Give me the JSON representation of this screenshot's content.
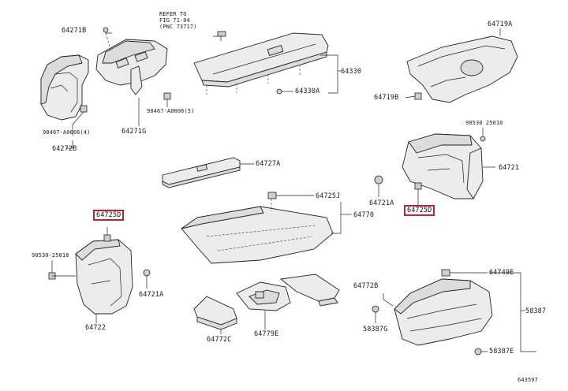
{
  "refer_note": {
    "line1": "REFER TO",
    "line2": "FIG 71-04",
    "line3": "(PNC 73717)"
  },
  "labels": {
    "l64271B": "64271B",
    "l64271G": "64271G",
    "l90467a": "90467-A0006(5)",
    "l90467b": "90467-A0006(4)",
    "l64272B": "64272B",
    "l64330": "64330",
    "l64330A": "64330A",
    "l64719A": "64719A",
    "l64719B": "64719B",
    "l90530a": "90530 25010",
    "l64721": "64721",
    "l64727A": "64727A",
    "l64725J": "64725J",
    "l64770": "64770",
    "l64721A_r": "64721A",
    "l64725D_r": "64725D",
    "l64725D_l": "64725D",
    "l90530b": "90530-25018",
    "l64721A_l": "64721A",
    "l64722": "64722",
    "l64772B": "64772B",
    "l64749E": "64749E",
    "l58387": "58387",
    "l58387G": "58387G",
    "l58387E": "58387E",
    "l64772C": "64772C",
    "l64779E": "64779E",
    "l643597": "643597"
  },
  "highlight_color": "#b3263a"
}
